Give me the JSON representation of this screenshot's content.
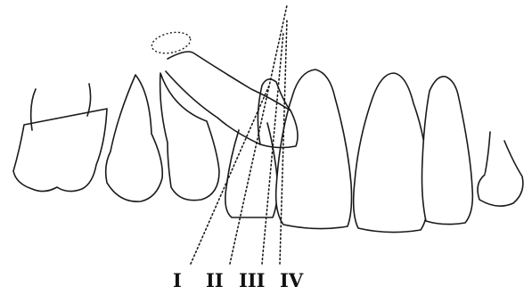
{
  "sector_labels": [
    {
      "key": "I",
      "text": "I"
    },
    {
      "key": "II",
      "text": "II"
    },
    {
      "key": "III",
      "text": "III"
    },
    {
      "key": "IV",
      "text": "IV"
    }
  ],
  "colors": {
    "line": "#1a1a1a",
    "background": "#ffffff"
  }
}
